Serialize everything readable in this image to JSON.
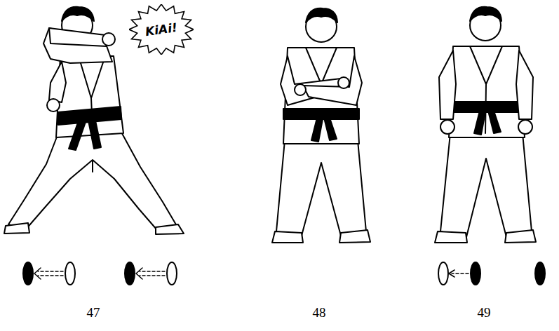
{
  "diagram": {
    "nodes": [
      {
        "text": [
          "KiAi!"
        ]
      }
    ],
    "labels": [
      "47",
      "48",
      "49"
    ]
  }
}
